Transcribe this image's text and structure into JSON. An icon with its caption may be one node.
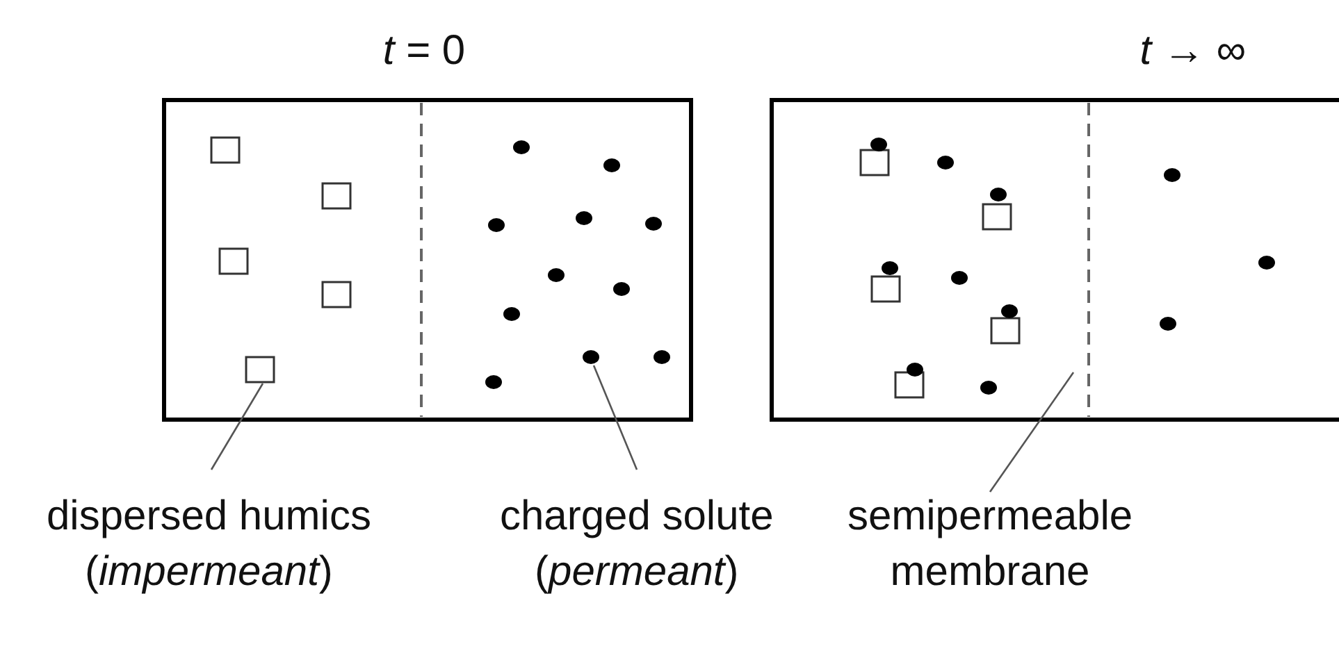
{
  "diagram": {
    "nodes": [
      {
        "text": [],
        "shape": "box"
      },
      {
        "text": [],
        "shape": "box"
      },
      {
        "text": [],
        "shape": "box"
      },
      {
        "text": [],
        "shape": "box"
      },
      {
        "text": [],
        "shape": "box"
      },
      {
        "text": [],
        "shape": "box"
      },
      {
        "text": [],
        "shape": "box"
      },
      {
        "text": [],
        "shape": "box"
      },
      {
        "text": [],
        "shape": "box"
      },
      {
        "text": [],
        "shape": "box"
      },
      {
        "text": [],
        "shape": "circle"
      },
      {
        "text": [],
        "shape": "circle"
      },
      {
        "text": [],
        "shape": "circle"
      },
      {
        "text": [],
        "shape": "circle"
      },
      {
        "text": [],
        "shape": "circle"
      },
      {
        "text": [],
        "shape": "circle"
      },
      {
        "text": [],
        "shape": "circle"
      },
      {
        "text": [],
        "shape": "circle"
      },
      {
        "text": [],
        "shape": "circle"
      },
      {
        "text": [],
        "shape": "circle"
      },
      {
        "text": [],
        "shape": "circle"
      },
      {
        "text": [],
        "shape": "circle"
      },
      {
        "text": [],
        "shape": "circle"
      },
      {
        "text": [],
        "shape": "circle"
      },
      {
        "text": [],
        "shape": "circle"
      },
      {
        "text": [],
        "shape": "circle"
      },
      {
        "text": [],
        "shape": "circle"
      },
      {
        "text": [],
        "shape": "circle"
      },
      {
        "text": [],
        "shape": "circle"
      },
      {
        "text": [],
        "shape": "circle"
      },
      {
        "text": [],
        "shape": "circle"
      },
      {
        "text": [],
        "shape": "circle"
      },
      {
        "text": [],
        "shape": "line"
      },
      {
        "text": [
          "dispersed humics",
          "(*impermeant*)"
        ]
      },
      {
        "text": [
          "charged solute",
          "(*permeant*)"
        ]
      },
      {
        "text": [
          "semipermeable membrane"
        ]
      }
    ],
    "edges": [
      {
        "from": 33,
        "to": 4,
        "arrow": "none"
      },
      {
        "from": 34,
        "to": 18,
        "arrow": "none"
      },
      {
        "from": 35,
        "to": 32,
        "arrow": "none"
      }
    ],
    "labels": [
      "*t* = 0",
      "*t* → ∞"
    ]
  }
}
